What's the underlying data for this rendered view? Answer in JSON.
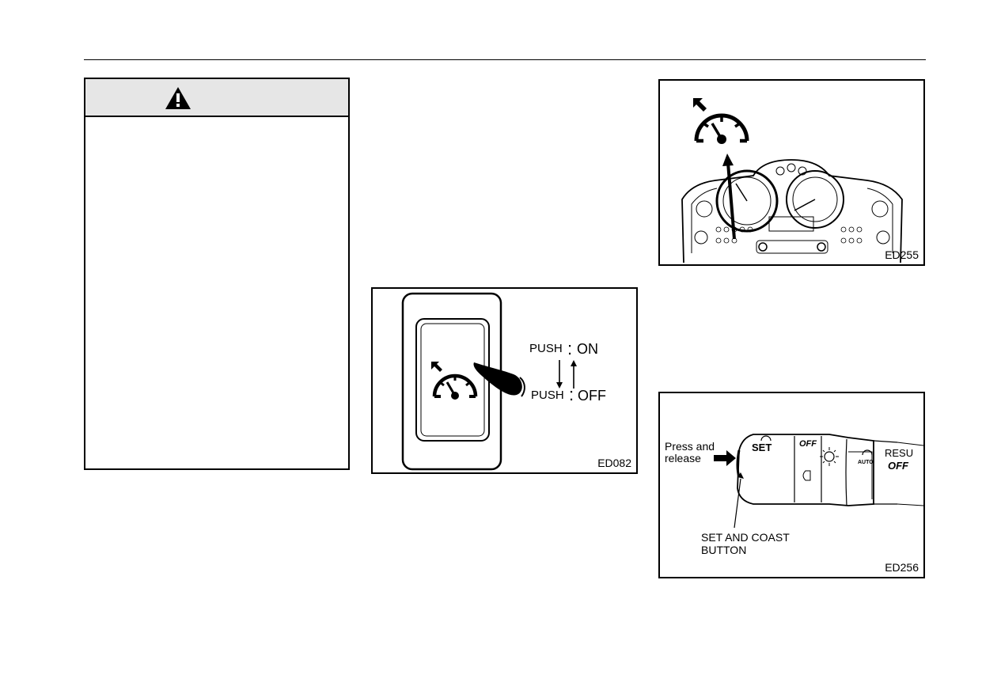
{
  "warning": {
    "icon": "warning-triangle-icon"
  },
  "figures": {
    "ed082": {
      "code": "ED082",
      "icons": [
        "cruise-control-icon",
        "pointing-hand-icon"
      ],
      "push_on_label": "PUSH",
      "on_value": "ON",
      "push_off_label": "PUSH",
      "off_value": "OFF"
    },
    "ed255": {
      "code": "ED255",
      "icons": [
        "cruise-control-icon",
        "instrument-cluster-illustration"
      ]
    },
    "ed256": {
      "code": "ED256",
      "press_line1": "Press and",
      "press_line2": "release",
      "button_line1": "SET AND COAST",
      "button_line2": "BUTTON",
      "switch_set": "SET",
      "switch_off": "OFF",
      "switch_resu": "RESU",
      "switch_off2": "OFF",
      "switch_auto": "AUTO"
    }
  }
}
